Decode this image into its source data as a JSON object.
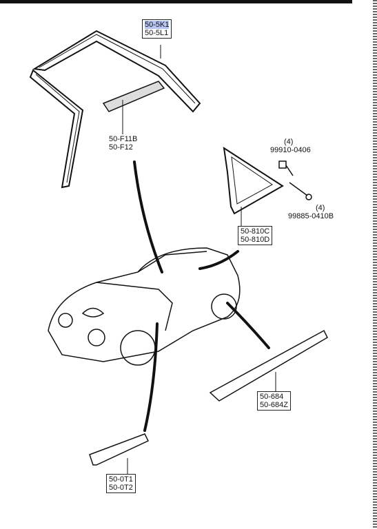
{
  "labels": {
    "roof_seal": [
      "50-5K1",
      "50-5L1"
    ],
    "roof_strip": [
      "50-F11B",
      "50-F12"
    ],
    "quarter_window": [
      "50-810C",
      "50-810D"
    ],
    "fastener_a": {
      "qty": "(4)",
      "part": "99910-0406"
    },
    "fastener_b": {
      "qty": "(4)",
      "part": "99885-0410B"
    },
    "side_sill": [
      "50-684",
      "50-684Z"
    ],
    "front_trim": [
      "50-0T1",
      "50-0T2"
    ]
  },
  "colors": {
    "highlight": "#b8c4f2",
    "ink": "#111111"
  }
}
